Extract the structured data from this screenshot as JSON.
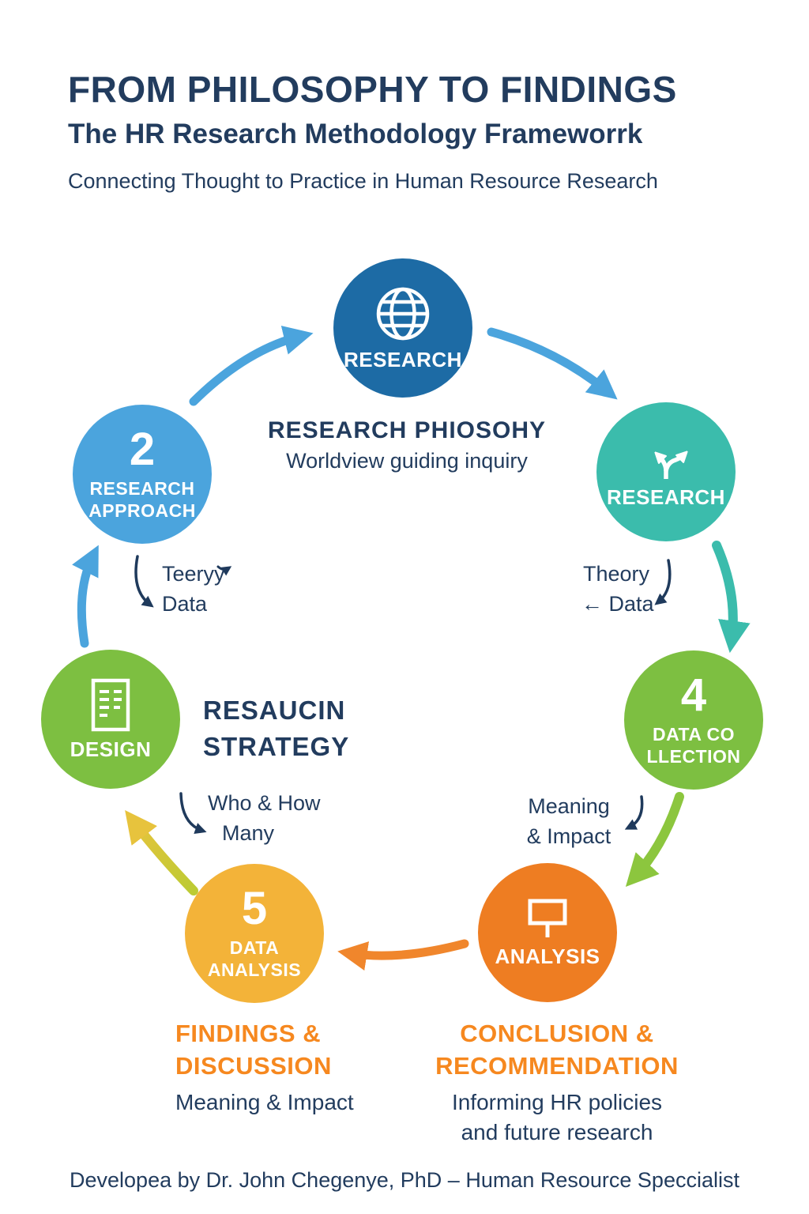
{
  "header": {
    "title": "FROM PHILOSOPHY TO FINDINGS",
    "subtitle": "The HR Research Methodology Frameworrk",
    "tagline": "Connecting Thought to Practice in Human Resource Research"
  },
  "cycle": {
    "philosophy": {
      "label": "RESEARCH",
      "icon": "globe-icon",
      "color": "#1d6ba5"
    },
    "approach": {
      "number": "2",
      "line1": "RESEARCH",
      "line2": "APPROACH",
      "color": "#4ba4dd"
    },
    "choice": {
      "label": "RESEARCH",
      "icon": "branch-arrows-icon",
      "color": "#3bbcac"
    },
    "collection": {
      "number": "4",
      "line1": "DATA CO",
      "line2": "LLECTION",
      "color": "#7dbf41"
    },
    "design": {
      "label": "DESIGN",
      "icon": "document-icon",
      "color": "#7dbf41"
    },
    "data_analysis": {
      "number": "5",
      "line1": "DATA",
      "line2": "ANALYSIS",
      "color": "#f3b339"
    },
    "analysis": {
      "label": "ANALYSIS",
      "icon": "sign-icon",
      "color": "#ee7d22"
    }
  },
  "annotations": {
    "philosophy_heading": "RESEARCH PHIOSOHY",
    "philosophy_caption": "Worldview guiding inquiry",
    "left_loop_line1": "Teeryy",
    "left_loop_line2": "Data",
    "right_loop_line1": "Theory",
    "right_loop_line2": "← Data",
    "strategy_line1": "RESAUCIN",
    "strategy_line2": "STRATEGY",
    "strategy_caption_line1": "Who & How",
    "strategy_caption_line2": "Many",
    "collection_caption_line1": "Meaning",
    "collection_caption_line2": "& Impact",
    "findings_line1": "FINDINGS &",
    "findings_line2": "DISCUSSION",
    "findings_caption": "Meaning & Impact",
    "conclusion_line1": "CONCLUSION &",
    "conclusion_line2": "RECOMMENDATION",
    "conclusion_caption_line1": "Informing HR policies",
    "conclusion_caption_line2": "and future research"
  },
  "footer": {
    "credit": "Developea by Dr. John Chegenye, PhD – Human Resource Speccialist"
  },
  "palette": {
    "navy_text": "#223c5e",
    "orange_text": "#f6881f",
    "arrow_blue": "#4ba4dd",
    "arrow_teal": "#3bbcac",
    "arrow_green": "#8cc63e",
    "arrow_orange": "#f0862c",
    "arrow_yellow_green": "#bccb33",
    "arrow_yellow": "#e7c33d",
    "arrow_navy": "#1f3a5c"
  }
}
